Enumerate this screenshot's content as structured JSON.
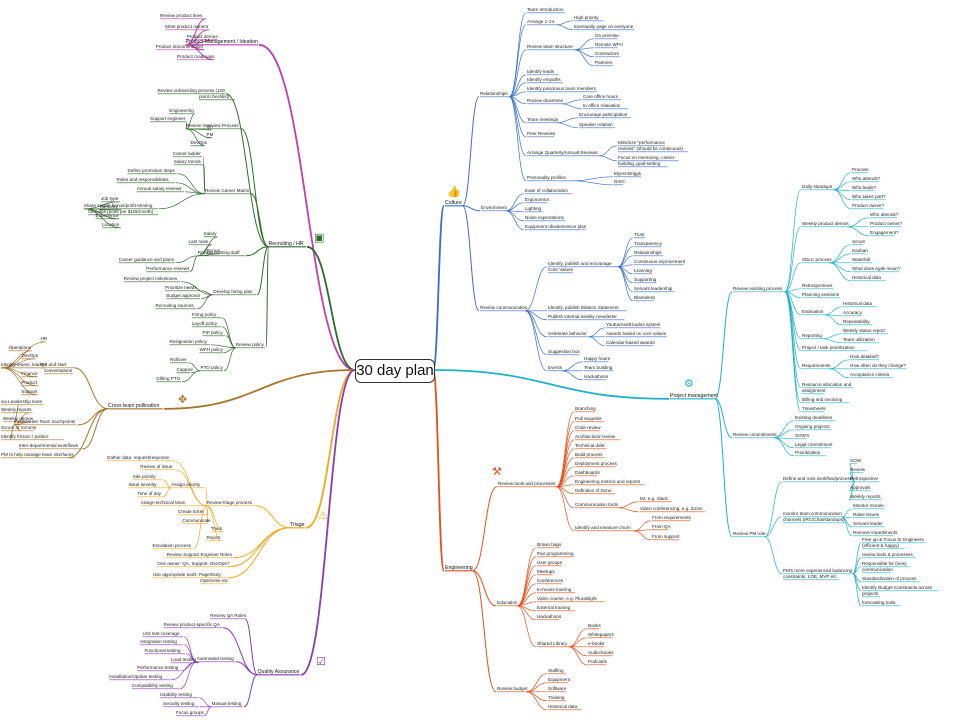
{
  "title": "30 day plan",
  "colors": {
    "culture": "#3a6fc9",
    "project": "#1fb2c8",
    "engineering": "#e0521b",
    "qa": "#8a3ab9",
    "triage": "#f0a81c",
    "cross": "#a8742a",
    "recruiting": "#2e6b2a",
    "product": "#c13fb0"
  },
  "labels": {
    "product_management": "Product Management / Ideation",
    "review_product_lines": "Review product lines",
    "meet_product_owners": "Meet product owners",
    "product_demos": "Product demos",
    "product_documentation": "Product documentation",
    "product_roadmaps": "Product roadmaps",
    "recruiting_hr": "Recruiting / HR",
    "review_onboarding": "Review onboarding process (100",
    "review_onboarding_2": "point checklist)",
    "review_interview_process": "Review Interview Process",
    "engineering_int": "Engineering",
    "support_engineer": "Support engineer",
    "qa_int": "QA",
    "pm_int": "PM",
    "devops_int": "DevOps",
    "review_career_matrix": "Review Career Matrix",
    "career_ladder": "Career ladder",
    "salary_trends": "Salary trends",
    "define_promotion_steps": "Define promotion steps",
    "roles_and_responsibilities": "Roles and responsibilities",
    "annual_salary_reviews": "Annual salary reviews",
    "share_bonus": "Share simple bonus/profit-sharing",
    "share_bonus_2": "formulas (point per $10k/month)",
    "job_type": "Job type",
    "seniority": "Seniority",
    "experience": "Experience",
    "location": "Location",
    "review_existing_staff": "Review existing staff",
    "salary": "Salary",
    "last_raise": "Last raise",
    "bonus": "Bonus",
    "career_guidance": "Career guidance and plans",
    "performance_reviews": "Performance reviews",
    "develop_hiring_plan": "Develop hiring plan",
    "review_project_milestones": "Review project milestones",
    "prioritize_needs": "Prioritize needs",
    "budget_approval": "Budget approval",
    "recruiting_sources": "Recruiting sources",
    "review_policy": "Review policy",
    "firing_policy": "Firing policy",
    "layoff_policy": "Layoff policy",
    "pip_policy": "PIP policy",
    "resignation_policy": "Resignation policy",
    "wfh_policy": "WFH policy",
    "pto_policy": "PTO policy",
    "rollover": "Rollover",
    "capped": "Capped",
    "gifting_pto": "Gifting PTO",
    "cross_team": "Cross team pollination",
    "identify_teams": "Identify teams, leaders and start",
    "identify_teams_2": "conversations",
    "hr": "HR",
    "operations": "Operations",
    "devops_x": "DevOps",
    "qa_x": "QA",
    "finance": "Finance",
    "product_x": "Product",
    "support_x": "Support",
    "find_touchpoints": "Find/Create Team touchpoints",
    "via_leadership": "via Leadership team",
    "weekly_reports_x": "Weekly reports",
    "weekly_demos": "Weekly demos",
    "scrum_of_scrums": "Scrum of Scrums",
    "identify_friction": "Identify friction / politics",
    "inter_departmental": "Inter-departmental workflows",
    "pm_interfaces": "PM to help manage team interfaces",
    "triage": "Triage",
    "review_triage_process": "Review triage process",
    "gather_data": "Gather data: request/response",
    "review_of_issue": "Review of issue",
    "assign_priority": "Assign priority",
    "site_priority": "Site priority",
    "issue_severity": "Issue severity",
    "time_of_day": "Time of day",
    "assign_technical_team": "Assign technical team",
    "create_ticket": "Create ticket",
    "communicate": "Communicate",
    "track": "Track",
    "report": "Report",
    "escalation_process": "Escalation process",
    "review_support_roles": "Review Support Engineer Roles",
    "one_owner": "One owner: QA, Support, DevOps?",
    "use_tools": "Use appropriate tools: PagerDuty,",
    "use_tools_2": "OpsGenie etc",
    "quality_assurance": "Quality Assurance",
    "review_qa_roles": "Review QA Roles",
    "review_product_qa": "Review product-specific QA",
    "automated_testing": "Automated testing",
    "unit_test_coverage": "Unit test coverage",
    "integration_testing": "Integration testing",
    "functional_testing": "Functional testing",
    "load_testing": "Load testing",
    "performance_testing": "Performance testing",
    "installation_testing": "Installation/Update testing",
    "compatibility_testing": "Compatibility testing",
    "manual_testing": "Manual testing",
    "usability_testing": "Usability testing",
    "security_testing": "Security testing",
    "focus_groups": "Focus groups",
    "culture": "Culture",
    "relationships": "Relationships",
    "team_introduction": "Team Introduction",
    "arrange_1_1s": "Arrange 1-1's",
    "high_priority": "High priority",
    "eventually_everyone": "Eventually page on everyone",
    "review_team_structure": "Review team structure",
    "on_premise": "On premise",
    "remote_wfh": "Remote WFH",
    "contractors": "Contractors",
    "partners": "Partners",
    "identify_leads": "Identify leads",
    "identify_empaths": "Identify empaths",
    "identify_poisonous": "Identify poisonous team members",
    "review_downtime": "Review downtime",
    "core_office_hours": "Core office hours",
    "in_office_relaxation": "In-office relaxation",
    "team_meetings": "Team meetings",
    "encourage_participation": "Encourage participation",
    "speaker_rotation": "Speaker rotation",
    "peer_reviews": "Peer Reviews",
    "arrange_quarterly": "Arrange Quarterly/Annual Reviews",
    "minimize_performance": "Minimize \"performance",
    "minimize_performance_2": "reviews\" (should be continuous)",
    "focus_mentoring": "Focus on mentoring, career-",
    "focus_mentoring_2": "building, goal-setting",
    "personality_profiles": "Personality profiles",
    "myers_briggs": "Myers-Briggs",
    "disc": "DISC",
    "environment": "Environment",
    "ease_collaboration": "Ease of collaboration",
    "ergonomics": "Ergonomics",
    "lighting": "Lighting",
    "noise_expectations": "Noise expectations",
    "equipment_obsolescence": "Equipment obsolescence plan",
    "review_communication": "Review communication",
    "identify_core_values": "Identify, publish and encourage",
    "identify_core_values_2": "Core Values",
    "trust": "Trust",
    "transparency": "Transparency",
    "relationships_cv": "Relationships",
    "continuous_improvement": "Continuous improvement",
    "learning": "Learning",
    "supporting": "Supporting",
    "servant_leadership": "Servant leadership",
    "blameless": "Blameless",
    "mission_statement": "Identify, publish Mission Statement",
    "publish_newsletter": "Publish internal weekly newsletter",
    "celebrate_behavior": "Celebrate behavior",
    "youearnedit": "YouEarnedIt kudos system",
    "awards_core_values": "Awards based on core values",
    "calendar_awards": "Calendar-based awards",
    "suggestion_box": "Suggestion box",
    "events": "Events",
    "happy_hours": "Happy hours",
    "team_building": "Team building",
    "hackathons_ev": "Hackathons",
    "project_management": "Project management",
    "review_existing_process": "Review existing process",
    "daily_standups": "Daily standups",
    "process_ds": "Process",
    "who_attends": "Who attends?",
    "who_leads": "Who leads?",
    "who_takes_part": "Who takes part?",
    "product_owner_ds": "Product owner?",
    "weekly_product_demos": "Weekly product demos",
    "who_attends_2": "Who attends?",
    "product_owner_2": "Product owner?",
    "engagement": "Engagement?",
    "sdlc_process": "SDLC process",
    "scrum": "Scrum",
    "kanban": "Kanban",
    "waterfall": "Waterfall",
    "what_agile": "What does Agile mean?",
    "historical_data_sd": "Historical data",
    "retrospectives": "Retrospectives",
    "planning_sessions": "Planning sessions",
    "estimation": "Estimation",
    "historical_data_est": "Historical data",
    "accuracy": "Accuracy",
    "repeatability": "Repeatability",
    "reporting": "Reporting",
    "weekly_status_report": "Weekly status report",
    "team_utilization": "Team utilization",
    "project_prioritization": "Project / task prioritization",
    "requirements": "Requirements",
    "how_detailed": "How detailed?",
    "how_often_change": "How often do they change?",
    "acceptance_criteria": "Acceptance criteria",
    "resource_allocation": "Resource allocation and",
    "resource_allocation_2": "assignment",
    "billing_invoicing": "Billing and invoicing",
    "timesheets": "Timesheets",
    "review_commitments": "Review commitments",
    "existing_deadlines": "Existing deadlines",
    "ongoing_projects": "Ongoing projects",
    "sows": "SOW's",
    "legal_commitment": "Legal commitment",
    "prioritization": "Prioritization",
    "review_pm_role": "Review PM role",
    "define_workflow": "Define and runs workflow/process",
    "sow": "SOW",
    "review_pm": "Review",
    "retrospective_pm": "Retrospective",
    "approvals": "Approvals",
    "weekly_reports_pm": "Weekly reports",
    "monitor_channels": "monitor team communication",
    "monitor_channels_2": "channels (IRC/Chat/standups)",
    "monitor_morale": "Monitor morale",
    "raise_issues": "Raise issues",
    "servant_leader": "Servant leader",
    "remove_impediments": "Remove impediments",
    "pms_experienced": "PM's more experienced balancing",
    "pms_experienced_2": "constraints, LOE, MVP etc",
    "free_up_engineers": "Free up & Focus Sr Engineers",
    "free_up_engineers_2": "(efficient & happy)",
    "review_tools_processes": "review tools & processes",
    "responsible_communication": "Responsible for (new)",
    "responsible_communication_2": "communication",
    "standardization": "Standardization of process",
    "identify_budget": "Identify Budget Constraints across",
    "identify_budget_2": "projects",
    "forecasting_tools": "forecasting tools",
    "engineering": "Engineering",
    "review_tools_processes_eng": "Review tools and processes",
    "branching": "Branching",
    "pull_requests": "Pull requests",
    "code_review": "Code review",
    "architectural_review": "Architectural review",
    "technical_debt": "Technical debt",
    "build_process": "Build process",
    "deployment_process": "Deployment process",
    "dashboards": "Dashboards",
    "engineering_metrics": "Engineering metrics and reports",
    "definition_of_done": "Definition of Done",
    "communication_tools": "Communication tools",
    "im_slack": "IM, e.g. Slack",
    "video_conferencing": "Video conferencing, e.g. Zoom",
    "identify_measure_churn": "Identify and measure churn",
    "from_requirements": "From requirements",
    "from_qa": "From QA",
    "from_support": "From support",
    "education": "Education",
    "brown_bags": "Brown bags",
    "pair_programming": "Pair programming",
    "user_groups": "User groups",
    "meetups": "Meetups",
    "conferences": "Conferences",
    "in_house_training": "In-house training",
    "video_course": "Video course, e.g. Pluralsight",
    "external_training": "External training",
    "hackathons_ed": "Hackathons",
    "shared_library": "Shared Library",
    "books": "Books",
    "whitepapers": "Whitepapers",
    "ebooks": "e-books",
    "audio_books": "Audio-books",
    "podcasts": "Podcasts",
    "review_budget": "Review budget",
    "staffing": "Staffing",
    "equipment": "Equipment",
    "software": "Software",
    "training": "Training",
    "historical_data_bud": "Historical data"
  },
  "icons": {
    "culture": "thumbs-up-icon",
    "project": "gears-icon",
    "engineering": "tools-icon",
    "qa": "checkbox-icon",
    "triage": "warning-icon",
    "cross": "arrows-icon",
    "recruiting": "person-card-icon",
    "product": "lightbulb-icon"
  }
}
